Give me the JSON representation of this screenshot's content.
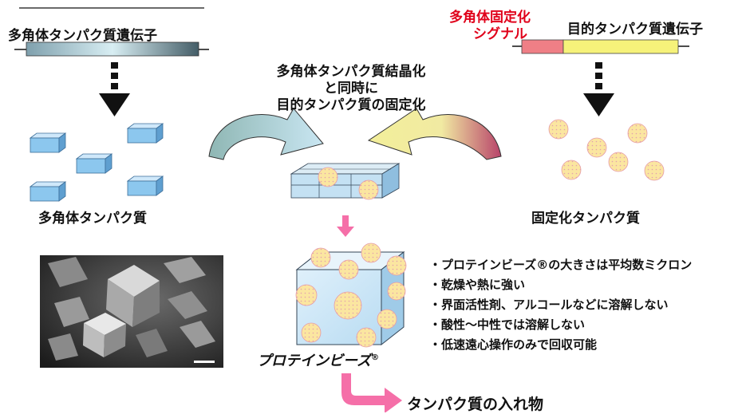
{
  "left": {
    "gene_label": "多角体タンパク質遺伝子",
    "product_label": "多角体タンパク質"
  },
  "right": {
    "signal_label_line1": "多角体固定化",
    "signal_label_line2": "シグナル",
    "gene_label": "目的タンパク質遺伝子",
    "product_label": "固定化タンパク質"
  },
  "center": {
    "process_lines": [
      "多角体タンパク質結晶化",
      "と同時に",
      "目的タンパク質の固定化"
    ],
    "bead_label": "プロテインビーズ",
    "bead_mark": "®",
    "output_label": "タンパク質の入れ物"
  },
  "features": [
    "・プロテインビーズ®の大きさは平均数ミクロン",
    "・乾燥や熱に強い",
    "・界面活性剤、アルコールなどに溶解しない",
    "・酸性～中性では溶解しない",
    "・低速遠心操作のみで回収可能"
  ],
  "colors": {
    "signal_segment": "#ef7f86",
    "target_segment": "#f6f27a",
    "crystal_blue": "#8cc7ee",
    "left_arrow": "#9fc9c6",
    "right_arrow": "#c24d72",
    "down_arrow_pink": "#f56fa8",
    "protein_dot_fill": "#fbe9a0",
    "protein_dot_edge": "#e59aa8"
  }
}
